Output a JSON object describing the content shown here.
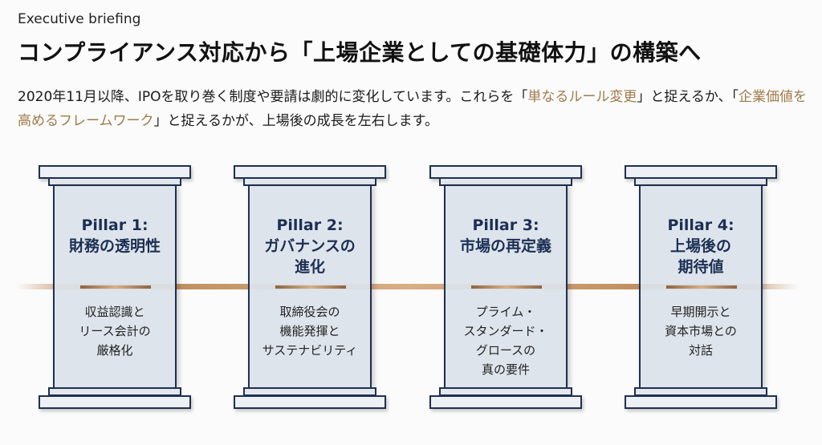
{
  "header": {
    "eyebrow": "Executive briefing",
    "title": "コンプライアンス対応から「上場企業としての基礎体力」の構築へ",
    "lead": {
      "part1": "2020年11月以降、IPOを取り巻く制度や要請は劇的に変化しています。これらを「",
      "highlight1": "単なるルール変更",
      "part2": "」と捉えるか、「",
      "highlight2": "企業価値を高めるフレームワーク",
      "part3": "」と捉えるかが、上場後の成長を左右します。"
    }
  },
  "pillars": [
    {
      "label": "Pillar 1:",
      "title": "財務の透明性",
      "desc": [
        "収益認識と",
        "リース会計の",
        "厳格化"
      ]
    },
    {
      "label": "Pillar 2:",
      "title": "ガバナンスの\n進化",
      "desc": [
        "取締役会の",
        "機能発揮と",
        "サステナビリティ"
      ]
    },
    {
      "label": "Pillar 3:",
      "title": "市場の再定義",
      "desc": [
        "プライム・",
        "スタンダード・",
        "グロースの",
        "真の要件"
      ]
    },
    {
      "label": "Pillar 4:",
      "title": "上場後の\n期待値",
      "desc": [
        "早期開示と",
        "資本市場との",
        "対話"
      ]
    }
  ],
  "colors": {
    "accent": "#a07a48",
    "navy": "#1c2f55"
  }
}
